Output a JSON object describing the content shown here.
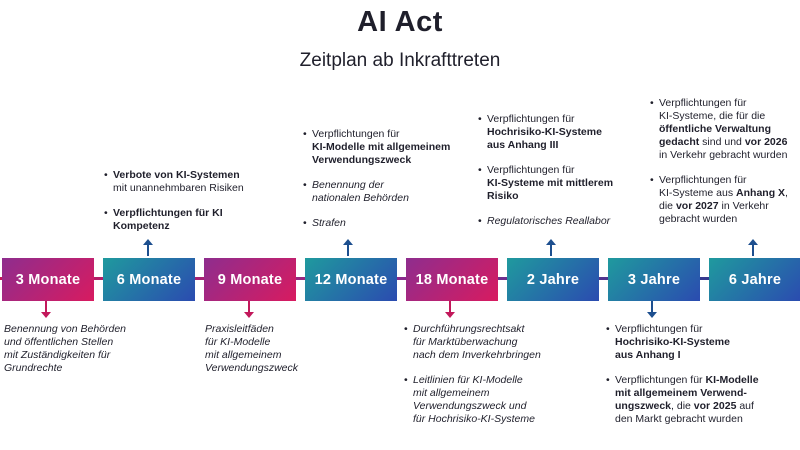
{
  "header": {
    "title": "AI Act",
    "subtitle": "Zeitplan ab Inkrafttreten"
  },
  "colors": {
    "magenta": "#d81b60",
    "purple": "#8e2d8e",
    "teal": "#1f9a9e",
    "blue": "#2b4bb0",
    "text": "#1f1f2b"
  },
  "milestones": [
    {
      "label": "3 Monate",
      "style": "magenta"
    },
    {
      "label": "6 Monate",
      "style": "teal"
    },
    {
      "label": "9 Monate",
      "style": "magenta"
    },
    {
      "label": "12 Monate",
      "style": "teal"
    },
    {
      "label": "18 Monate",
      "style": "magenta"
    },
    {
      "label": "2 Jahre",
      "style": "teal"
    },
    {
      "label": "3 Jahre",
      "style": "teal"
    },
    {
      "label": "6 Jahre",
      "style": "teal"
    }
  ],
  "notes": {
    "m3": {
      "l1": "Benennung von Behörden",
      "l2": "und öffentlichen Stellen",
      "l3": "mit Zuständigkeiten für",
      "l4": "Grundrechte"
    },
    "m6": {
      "b1_bold": "Verbote von KI-Systemen",
      "b1_l2": "mit unannehmbaren Risiken",
      "b2_bold1": "Verpflichtungen für KI",
      "b2_bold2": "Kompetenz"
    },
    "m9": {
      "l1": "Praxisleitfäden",
      "l2": "für KI-Modelle",
      "l3": "mit allgemeinem",
      "l4": "Verwendungszweck"
    },
    "m12": {
      "b1_l1": "Verpflichtungen für",
      "b1_bold1": "KI-Modelle mit allgemeinem",
      "b1_bold2": "Verwendungszweck",
      "b2_l1": "Benennung der",
      "b2_l2": "nationalen Behörden",
      "b3_l1": "Strafen"
    },
    "m18": {
      "b1_l1": "Durchführungsrechtsakt",
      "b1_l2": "für Marktüberwachung",
      "b1_l3": "nach dem Inverkehrbringen",
      "b2_l1": "Leitlinien für KI-Modelle",
      "b2_l2": "mit allgemeinem",
      "b2_l3": "Verwendungszweck und",
      "b2_l4": "für Hochrisiko-KI-Systeme"
    },
    "y2": {
      "b1_l1": "Verpflichtungen für",
      "b1_bold1": "Hochrisiko-KI-Systeme",
      "b1_bold2": "aus Anhang III",
      "b2_l1": "Verpflichtungen für",
      "b2_bold1": "KI-Systeme mit mittlerem",
      "b2_bold2": "Risiko",
      "b3_l1": "Regulatorisches Reallabor"
    },
    "y3": {
      "b1_l1": "Verpflichtungen für",
      "b1_bold1": "Hochrisiko-KI-Systeme",
      "b1_bold2": "aus Anhang I",
      "b2_pre": "Verpflichtungen für ",
      "b2_bold1": "KI-Modelle",
      "b2_bold2": "mit allgemeinem Verwend-",
      "b2_bold3": "ungszweck",
      "b2_mid": ", die ",
      "b2_bold4": "vor 2025",
      "b2_post": " auf",
      "b2_l4": "den Markt gebracht wurden"
    },
    "y6": {
      "b1_l1": "Verpflichtungen für",
      "b1_l2": "KI-Systeme, die für die",
      "b1_bold1": "öffentliche Verwaltung",
      "b1_bold2": "gedacht",
      "b1_mid": " sind und ",
      "b1_bold3": "vor 2026",
      "b1_l5": "in Verkehr gebracht wurden",
      "b2_l1": "Verpflichtungen für",
      "b2_pre": "KI-Systeme aus ",
      "b2_bold1": "Anhang X",
      "b2_post": ",",
      "b2_pre3": "die ",
      "b2_bold2": "vor 2027",
      "b2_post3": " in Verkehr",
      "b2_l4": "gebracht wurden"
    }
  }
}
